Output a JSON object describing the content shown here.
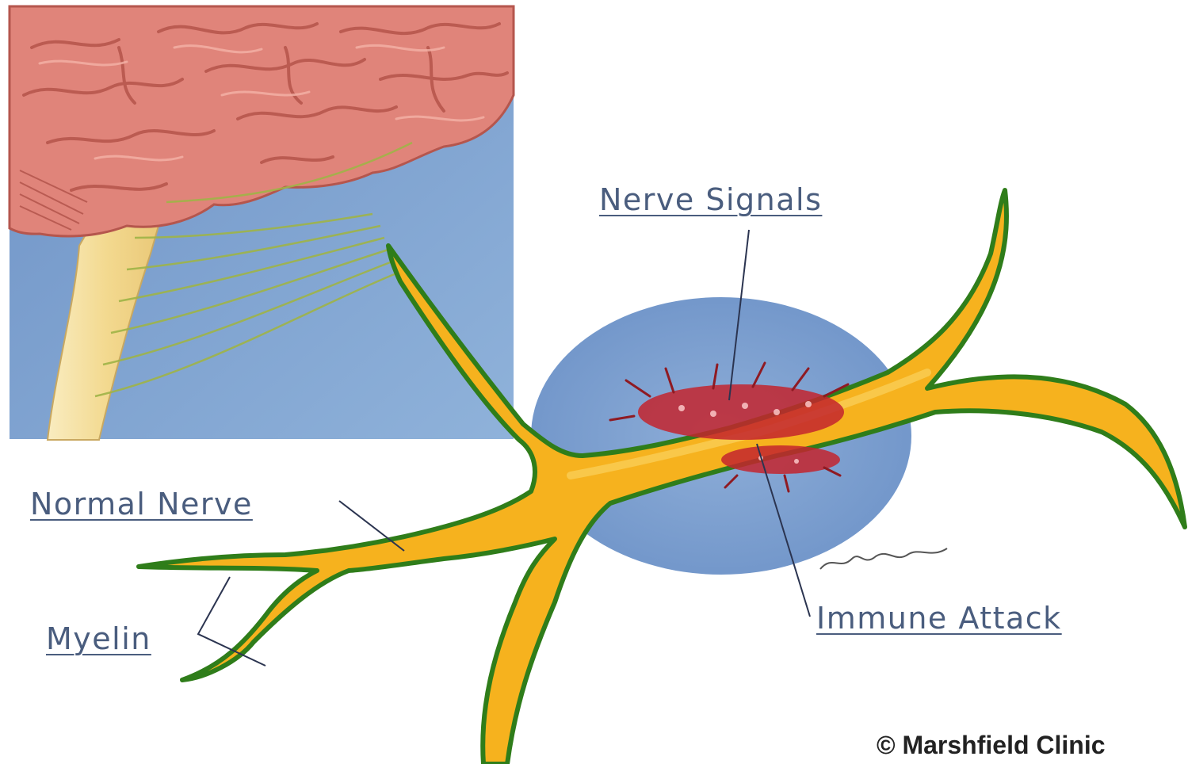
{
  "labels": {
    "nerve_signals": "Nerve Signals",
    "normal_nerve": "Normal Nerve",
    "myelin": "Myelin",
    "immune_attack": "Immune Attack"
  },
  "credit": "© Marshfield Clinic",
  "colors": {
    "background_panel": "#7ea2cf",
    "brain": "#e58a80",
    "brainstem": "#f3dc9e",
    "nerve_fill": "#f6b21e",
    "myelin_outline": "#3b8a1c",
    "lesion": "#c3252e",
    "label_text": "#4a5d7e"
  }
}
